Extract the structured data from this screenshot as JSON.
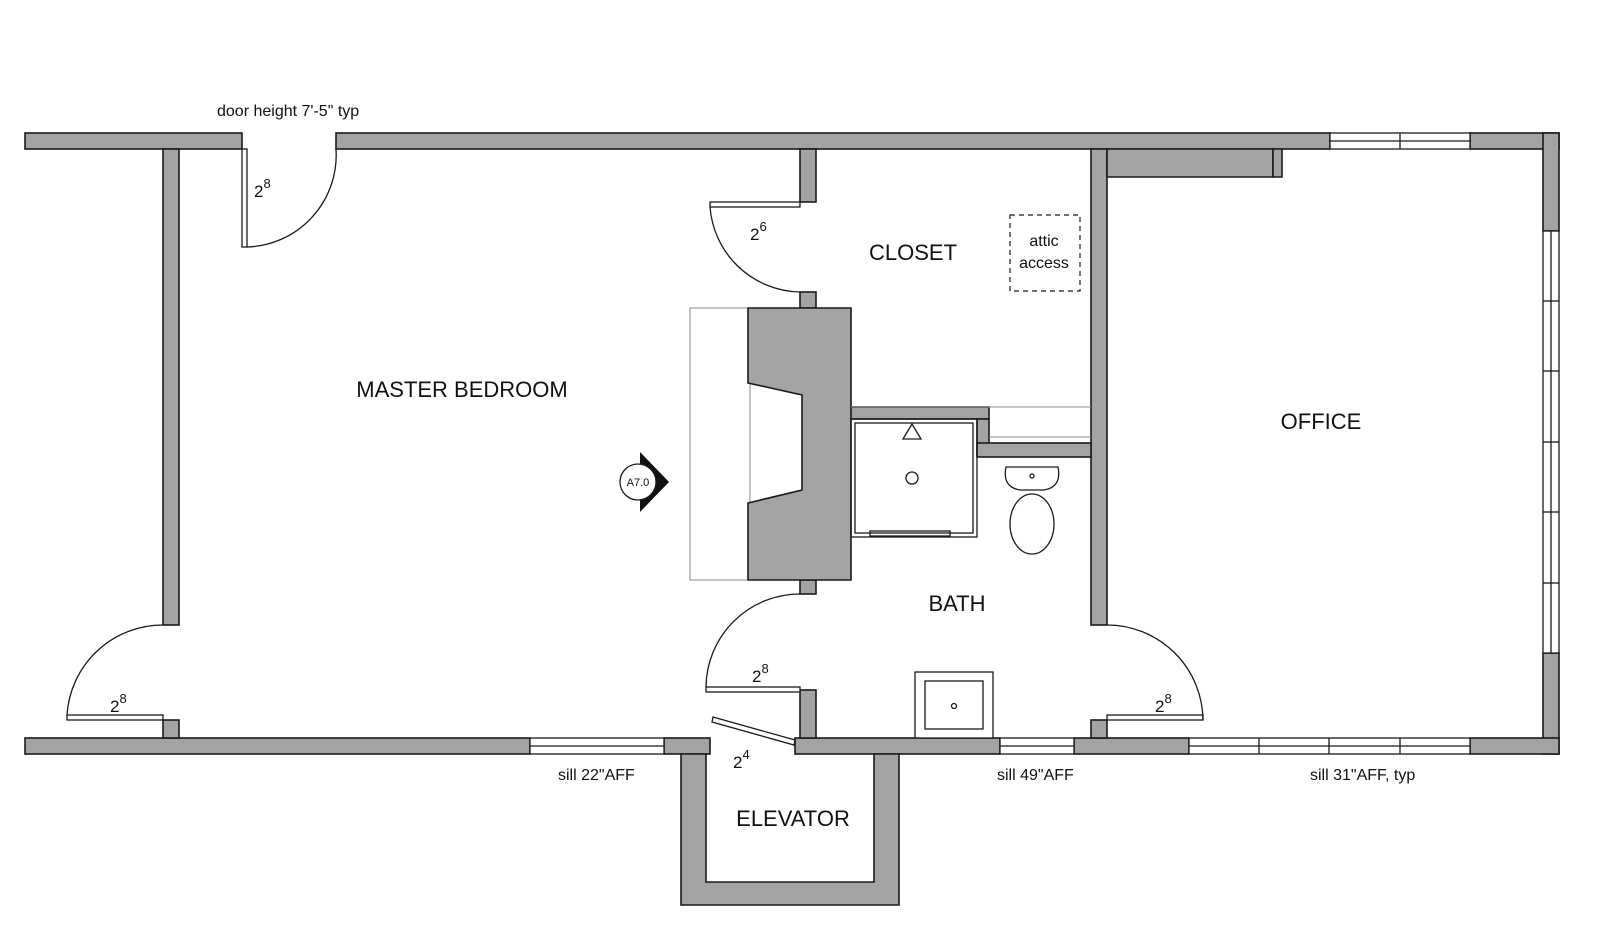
{
  "rooms": {
    "master_bedroom": "MASTER BEDROOM",
    "closet": "CLOSET",
    "office": "OFFICE",
    "bath": "BATH",
    "elevator": "ELEVATOR"
  },
  "notes": {
    "door_height": "door height 7'-5\" typ",
    "sill_22": "sill 22\"AFF",
    "sill_49": "sill 49\"AFF",
    "sill_31": "sill 31\"AFF, typ",
    "attic_line1": "attic",
    "attic_line2": "access",
    "section_tag": "A7.0"
  },
  "doors": [
    {
      "id": "door-top-left",
      "width_ft": "2",
      "width_in": "8"
    },
    {
      "id": "door-closet",
      "width_ft": "2",
      "width_in": "6"
    },
    {
      "id": "door-bath",
      "width_ft": "2",
      "width_in": "8"
    },
    {
      "id": "door-bedroom-bottom",
      "width_ft": "2",
      "width_in": "8"
    },
    {
      "id": "door-elevator",
      "width_ft": "2",
      "width_in": "4"
    },
    {
      "id": "door-office",
      "width_ft": "2",
      "width_in": "8"
    }
  ],
  "colors": {
    "wall_fill": "#a3a3a3",
    "line": "#1a1a1a",
    "background": "#ffffff"
  }
}
